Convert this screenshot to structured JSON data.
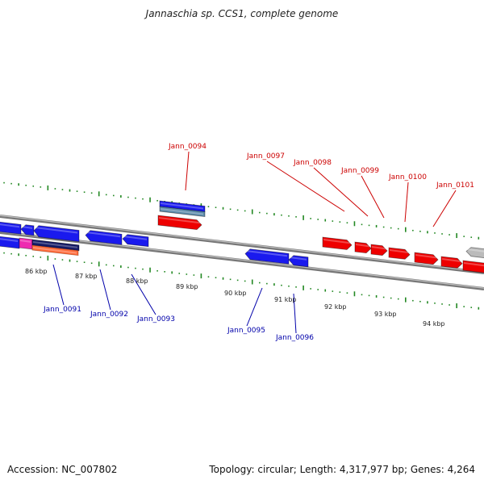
{
  "title": "Jannaschia sp. CCS1, complete genome",
  "footer": {
    "accession": "Accession: NC_007802",
    "summary": "Topology: circular; Length: 4,317,977 bp; Genes: 4,264"
  },
  "colors": {
    "forward_gene": "#ee0000",
    "reverse_gene": "#1a1aee",
    "forward_label": "#cc0000",
    "reverse_label": "#0000aa",
    "tick": "#228822",
    "backbone": "#888888"
  },
  "scale_labels": [
    "86 kbp",
    "87 kbp",
    "88 kbp",
    "89 kbp",
    "90 kbp",
    "91 kbp",
    "92 kbp",
    "93 kbp",
    "94 kbp"
  ],
  "forward_genes": [
    "Jann_0094",
    "Jann_0097",
    "Jann_0098",
    "Jann_0099",
    "Jann_0100",
    "Jann_0101"
  ],
  "reverse_genes": [
    "Jann_0091",
    "Jann_0092",
    "Jann_0093",
    "Jann_0095",
    "Jann_0096"
  ]
}
